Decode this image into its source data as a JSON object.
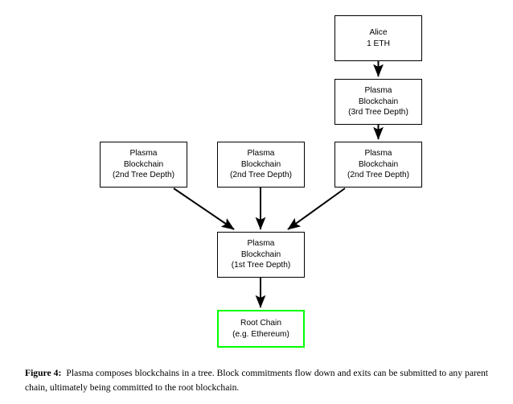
{
  "figure": {
    "caption_label": "Figure 4:",
    "caption_text": "Plasma composes blockchains in a tree.  Block commitments flow down and exits can be submitted to any parent chain, ultimately being committed to the root blockchain.",
    "background_color": "#ffffff",
    "line_color": "#000000",
    "highlight_color": "#00ff00"
  },
  "nodes": {
    "alice": {
      "line1": "Alice",
      "line2": "1 ETH",
      "border_color": "#000000"
    },
    "depth3": {
      "line1": "Plasma",
      "line2": "Blockchain",
      "line3": "(3rd Tree Depth)",
      "border_color": "#000000"
    },
    "depth2_left": {
      "line1": "Plasma",
      "line2": "Blockchain",
      "line3": "(2nd Tree Depth)",
      "border_color": "#000000"
    },
    "depth2_middle": {
      "line1": "Plasma",
      "line2": "Blockchain",
      "line3": "(2nd Tree Depth)",
      "border_color": "#000000"
    },
    "depth2_right": {
      "line1": "Plasma",
      "line2": "Blockchain",
      "line3": "(2nd Tree Depth)",
      "border_color": "#000000"
    },
    "depth1": {
      "line1": "Plasma",
      "line2": "Blockchain",
      "line3": "(1st Tree Depth)",
      "border_color": "#000000"
    },
    "root_chain": {
      "line1": "Root Chain",
      "line2_prefix": "(e.",
      "line2_bold": "g.",
      "line2_suffix": " Ethereum)",
      "border_color": "#00ff00"
    }
  },
  "edges": [
    {
      "name": "alice-to-depth3",
      "from": "alice",
      "to": "depth3",
      "style": "vertical"
    },
    {
      "name": "depth3-to-depth2-right",
      "from": "depth3",
      "to": "depth2_right",
      "style": "vertical"
    },
    {
      "name": "depth2-left-to-depth1",
      "from": "depth2_left",
      "to": "depth1",
      "style": "diagonal"
    },
    {
      "name": "depth2-middle-to-depth1",
      "from": "depth2_middle",
      "to": "depth1",
      "style": "vertical"
    },
    {
      "name": "depth2-right-to-depth1",
      "from": "depth2_right",
      "to": "depth1",
      "style": "diagonal"
    },
    {
      "name": "depth1-to-root-chain",
      "from": "depth1",
      "to": "root_chain",
      "style": "vertical"
    }
  ]
}
